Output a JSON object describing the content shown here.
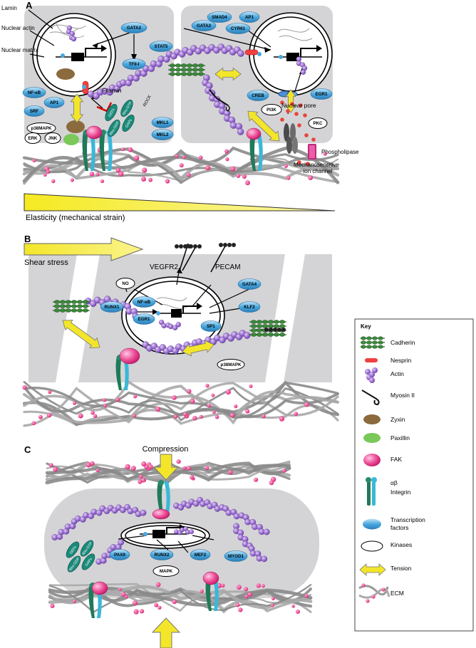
{
  "panels": {
    "a": {
      "label": "A",
      "structure_labels": [
        "Lamin",
        "Nuclear actin",
        "Nuclear matrix"
      ],
      "filamin": "Filamin",
      "rock": "ROCK",
      "nuclear_pore": "Nuclear pore",
      "phospholipase": "Phospholipase",
      "channel": "Mechanosensitive ion channel",
      "elasticity": "Elasticity (mechanical strain)",
      "tf_left": [
        "GATA2",
        "STAT5",
        "TFII-I",
        "NF-κB",
        "AP1",
        "SRF",
        "MKL1",
        "MKL2"
      ],
      "tf_right": [
        "SMAD4",
        "AP1",
        "GATA2",
        "CYR61",
        "CREB",
        "EGR1"
      ],
      "kinases_left": [
        "p38MAPK",
        "ERK",
        "JNK"
      ],
      "kinases_right": [
        "PI3K",
        "PKC"
      ],
      "rho": [
        "GEFs",
        "Rho-GTP",
        "Rho-GDP",
        "GAPs"
      ]
    },
    "b": {
      "label": "B",
      "shear": "Shear stress",
      "vegfr2": "VEGFR2",
      "pecam": "PECAM",
      "no": "NO",
      "tf": [
        "RUNX1",
        "NF-κB",
        "EGR1",
        "GATA4",
        "KLF2",
        "SP1"
      ],
      "kinase": "p38MAPK"
    },
    "c": {
      "label": "C",
      "compression": "Compression",
      "tf": [
        "PAX9",
        "RUNX2",
        "MEF2",
        "MYOD1"
      ],
      "kinase": "MAPK",
      "rho": [
        "GEFs",
        "Rho-GTP",
        "Rho-GDP",
        "GAPs"
      ]
    }
  },
  "key": {
    "title": "Key",
    "items": [
      "Cadherin",
      "Nesprin",
      "Actin",
      "Myosin II",
      "Zyxin",
      "Paxillin",
      "FAK",
      "αβ Integrin",
      "Transcription factors",
      "Kinases",
      "Tension",
      "ECM"
    ]
  },
  "colors": {
    "cell": "#d4d4d6",
    "actin": "#8b5fc0",
    "tf": "#4aa8de",
    "fak": "#e8408c",
    "cadherin": "#3a8a3a",
    "tension": "#f0e020",
    "ecm": "#9a9a9a",
    "ecm_dot": "#e0287c"
  }
}
